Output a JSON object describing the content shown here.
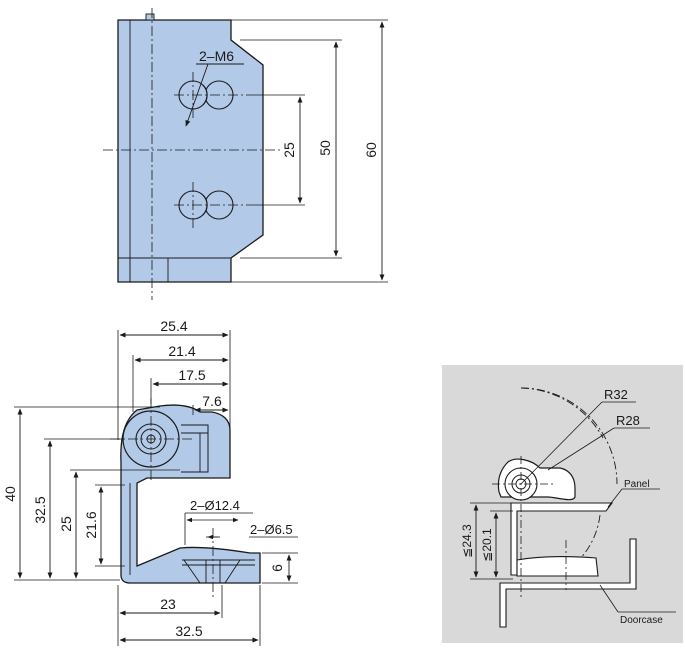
{
  "top_view": {
    "thread_label": "2–M6",
    "dim_hole_spacing": "25",
    "dim_mount_height": "50",
    "dim_total_height": "60"
  },
  "side_view": {
    "dim_width_254": "25.4",
    "dim_width_214": "21.4",
    "dim_width_175": "17.5",
    "dim_width_76": "7.6",
    "dim_height_40": "40",
    "dim_height_325": "32.5",
    "dim_height_25": "25",
    "dim_height_216": "21.6",
    "dim_bore_124": "2–Ø12.4",
    "dim_hole_65": "2–Ø6.5",
    "dim_base_6": "6",
    "dim_base_23": "23",
    "dim_base_325": "32.5"
  },
  "install_view": {
    "r32_label": "R32",
    "r28_label": "R28",
    "panel_label": "Panel",
    "doorcase_label": "Doorcase",
    "dim_max_243": "≦24.3",
    "dim_max_201": "≦20.1"
  },
  "colors": {
    "part_fill": "#b3c9e8",
    "outline": "#1a1a1a",
    "inset_bg": "#d9d9d9"
  }
}
